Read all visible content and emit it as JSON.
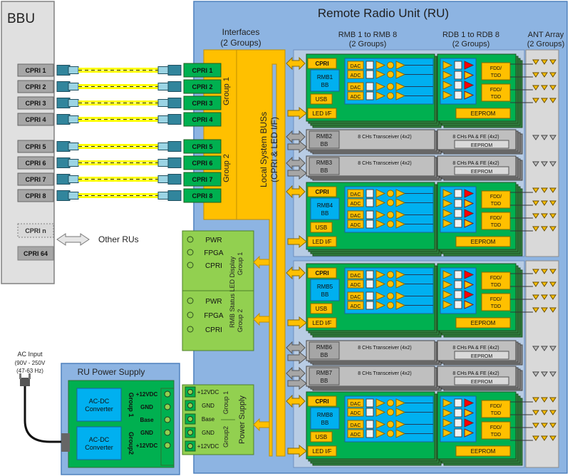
{
  "bbu": {
    "title": "BBU",
    "cpri_ports": [
      "CPRI 1",
      "CPRI 2",
      "CPRI 3",
      "CPRI 4",
      "CPRI 5",
      "CPRI 6",
      "CPRI 7",
      "CPRI 8"
    ],
    "cpri_n": "CPRI n",
    "cpri_64": "CPRI 64",
    "other_rus": "Other RUs"
  },
  "ru": {
    "title": "Remote Radio Unit (RU)",
    "interfaces_title": [
      "Interfaces",
      "(2 Groups)"
    ],
    "rmb_title": [
      "RMB 1 to RMB 8",
      "(2 Groups)"
    ],
    "rdb_title": [
      "RDB 1 to RDB 8",
      "(2 Groups)"
    ],
    "ant_title": [
      "ANT Array",
      "(2 Groups)"
    ],
    "interface_ports": [
      "CPRI 1",
      "CPRI 2",
      "CPRI 3",
      "CPRI 4",
      "CPRI 5",
      "CPRI 6",
      "CPRI 7",
      "CPRI 8"
    ],
    "group1": "Group 1",
    "group2": "Group 2",
    "bus_label": [
      "Local System BUSs",
      "(CPRI & LED I/F)"
    ],
    "led_labels": [
      "PWR",
      "FPGA",
      "CPRI"
    ],
    "led_display_label": "RMB Status LED Display",
    "led_group1": "Group 1",
    "led_group2": "Group 2",
    "ps_labels": [
      "+12VDC",
      "GND",
      "Base",
      "GND",
      "+12VDC"
    ],
    "ps_group1": "Group 1",
    "ps_group2": "Group2",
    "ps_side_label": "Power Supply"
  },
  "rmb_full": {
    "cpri": "CPRI",
    "usb": "USB",
    "led_if": "LED I/F",
    "dac": "DAC",
    "adc": "ADC",
    "fdd_tdd": [
      "FDD/",
      "TDD"
    ],
    "eeprom": "EEPROM",
    "boards": [
      {
        "rmb": [
          "RMB1",
          "BB"
        ]
      },
      {
        "rmb": [
          "RMB4",
          "BB"
        ]
      },
      {
        "rmb": [
          "RMB5",
          "BB"
        ]
      },
      {
        "rmb": [
          "RMB8",
          "BB"
        ]
      }
    ]
  },
  "rmb_compact": {
    "transceiver": "8 CHs Transceiver (4x2)",
    "pa_fe": "8 CHs PA & FE (4x2)",
    "eeprom": "EEPROM",
    "boards": [
      {
        "rmb": [
          "RMB2",
          "BB"
        ]
      },
      {
        "rmb": [
          "RMB3",
          "BB"
        ]
      },
      {
        "rmb": [
          "RMB6",
          "BB"
        ]
      },
      {
        "rmb": [
          "RMB7",
          "BB"
        ]
      }
    ]
  },
  "power_supply": {
    "title": "RU Power Supply",
    "ac_input": [
      "AC Input",
      "(90V - 250V",
      "(47-63 Hz)"
    ],
    "converter": [
      "AC-DC",
      "Converter"
    ],
    "group1": "Group 1",
    "group2": "Group2",
    "terminals": [
      "+12VDC",
      "GND",
      "Base",
      "GND",
      "+12VDC"
    ]
  },
  "colors": {
    "ru_bg": "#8db4e2",
    "bbu_bg": "#e0e0e0",
    "interface_orange": "#ffc000",
    "port_green": "#00b050",
    "led_green": "#92d050",
    "board_green": "#00b050",
    "chip_blue": "#00b0f0",
    "fiber_cyan": "#31859c",
    "pa_red": "#ff0000"
  }
}
